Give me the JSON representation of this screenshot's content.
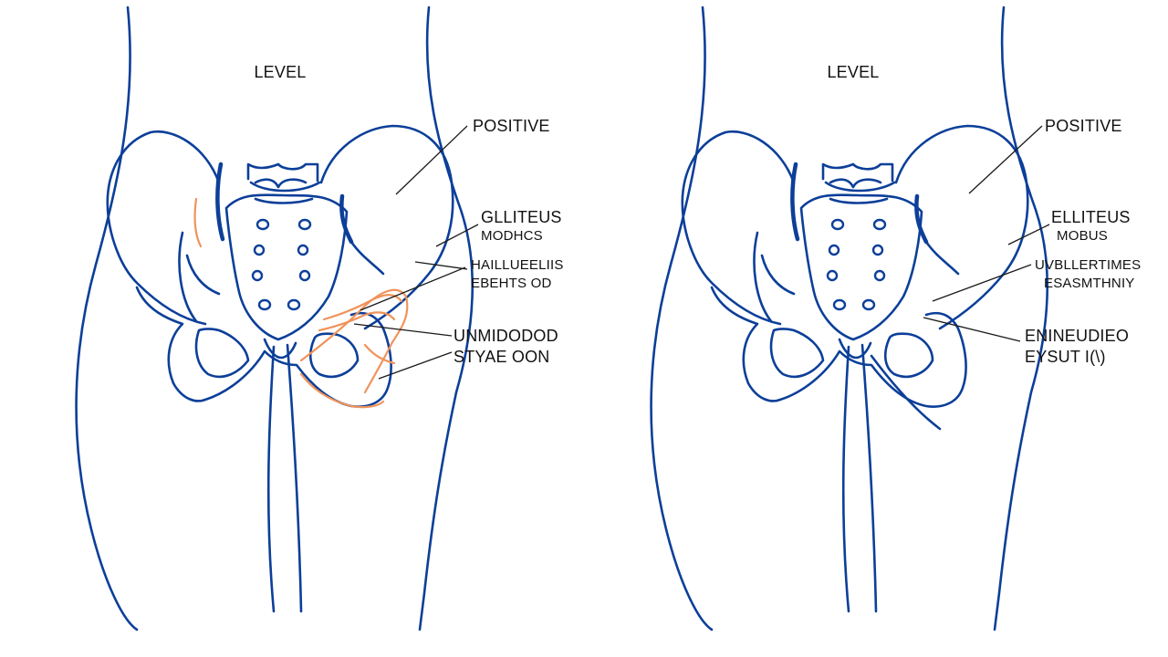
{
  "colors": {
    "outline": "#0c3f99",
    "highlight": "#f0935a",
    "leader": "#1a1a1a",
    "background": "#ffffff"
  },
  "panels": [
    {
      "title": "LEVEL",
      "label_top": "POSITIVE",
      "label_mid_1": "GLLITEUS",
      "label_mid_2": "MODHCS",
      "label_small_1": "HAILLUEELIIS",
      "label_small_2": "EBEHTS OD",
      "label_low_1": "UNMIDODOD",
      "label_low_2": "STYAE OON",
      "highlighted": true
    },
    {
      "title": "LEVEL",
      "label_top": "POSITIVE",
      "label_mid_1": "ELLITEUS",
      "label_mid_2": "MOBUS",
      "label_small_1": "UVBLLERTIMES",
      "label_small_2": "ESASMTHNIY",
      "label_low_1": "ENINEUDIEO",
      "label_low_2": "EYSUT I(\\)",
      "highlighted": false
    }
  ]
}
